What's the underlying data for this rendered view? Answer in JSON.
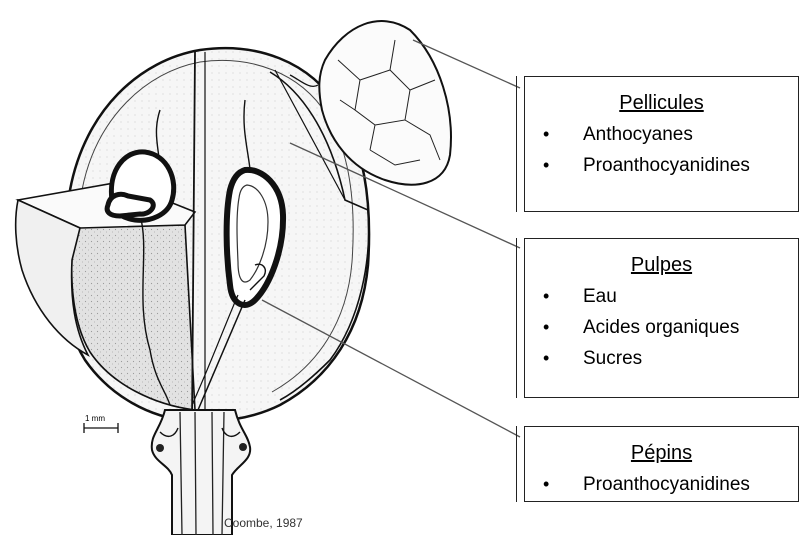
{
  "labels": [
    {
      "title": "Pellicules",
      "items": [
        "Anthocyanes",
        "Proanthocyanidines"
      ]
    },
    {
      "title": "Pulpes",
      "items": [
        "Eau",
        "Acides organiques",
        "Sucres"
      ]
    },
    {
      "title": "Pépins",
      "items": [
        "Proanthocyanidines"
      ]
    }
  ],
  "scale_bar_label": "1 mm",
  "credit": "Coombe, 1987"
}
